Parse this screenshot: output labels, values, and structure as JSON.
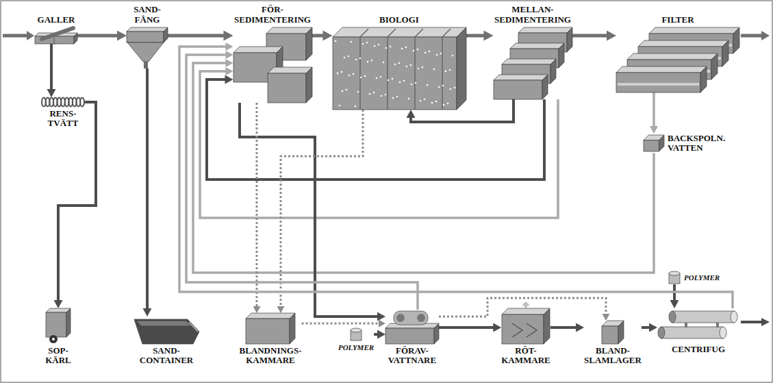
{
  "diagram": {
    "nodes": [
      {
        "text": [
          "GALLER"
        ]
      },
      {
        "text": [
          "SAND- FÅNG"
        ]
      },
      {
        "text": [
          "FÖR- SEDIMENTERING"
        ]
      },
      {
        "text": [
          "BIOLOGI"
        ]
      },
      {
        "text": [
          "MELLAN- SEDIMENTERING"
        ]
      },
      {
        "text": [
          "FILTER"
        ]
      },
      {
        "text": [
          "RENS- TVÄTT"
        ]
      },
      {
        "text": [
          "BACKSPOLN. VATTEN"
        ]
      },
      {
        "text": [
          "POLYMER"
        ]
      },
      {
        "text": [
          "SOP- KÄRL"
        ]
      },
      {
        "text": [
          "SAND- CONTAINER"
        ]
      },
      {
        "text": [
          "BLANDNINGS- KAMMARE"
        ]
      },
      {
        "text": [
          "POLYMER"
        ]
      },
      {
        "text": [
          "FÖRAV- VATTNARE"
        ]
      },
      {
        "text": [
          "RÖT- KAMMARE"
        ]
      },
      {
        "text": [
          "BLAND- SLAMLAGER"
        ]
      },
      {
        "text": [
          "CENTRIFUG"
        ]
      }
    ],
    "edges": [
      {
        "from": 0,
        "to": 1,
        "arrow": "to"
      },
      {
        "from": 0,
        "to": 6,
        "arrow": "to"
      },
      {
        "from": 6,
        "to": 9,
        "arrow": "to"
      },
      {
        "from": 1,
        "to": 2,
        "arrow": "to"
      },
      {
        "from": 1,
        "to": 10,
        "arrow": "to"
      },
      {
        "from": 2,
        "to": 3,
        "arrow": "to"
      },
      {
        "from": 3,
        "to": 4,
        "arrow": "to"
      },
      {
        "from": 4,
        "to": 5,
        "arrow": "to"
      },
      {
        "from": 4,
        "to": 3,
        "arrow": "to"
      },
      {
        "from": 5,
        "to": 7,
        "arrow": "to"
      },
      {
        "from": 7,
        "to": 2,
        "arrow": "to"
      },
      {
        "from": 4,
        "to": 2,
        "arrow": "to"
      },
      {
        "from": 4,
        "to": 2,
        "arrow": "to"
      },
      {
        "from": 2,
        "to": 13,
        "arrow": "to"
      },
      {
        "from": 2,
        "to": 11,
        "arrow": "to"
      },
      {
        "from": 3,
        "to": 11,
        "arrow": "to"
      },
      {
        "from": 11,
        "to": 13,
        "arrow": "to"
      },
      {
        "from": 12,
        "to": 13,
        "arrow": "to"
      },
      {
        "from": 13,
        "to": 14,
        "arrow": "to"
      },
      {
        "from": 13,
        "to": 15,
        "arrow": "to"
      },
      {
        "from": 14,
        "to": 15,
        "arrow": "to"
      },
      {
        "from": 15,
        "to": 16,
        "arrow": "to"
      },
      {
        "from": 8,
        "to": 16,
        "arrow": "to"
      },
      {
        "from": 16,
        "to": 2,
        "arrow": "to"
      },
      {
        "from": 13,
        "to": 2,
        "arrow": "to"
      }
    ]
  }
}
